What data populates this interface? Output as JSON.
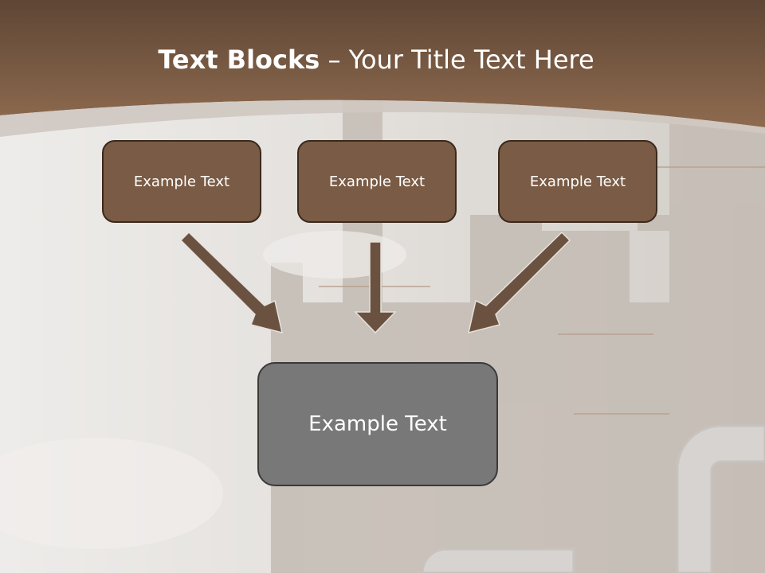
{
  "title": {
    "bold": "Text Blocks",
    "dash": " – ",
    "rest": "Your Title Text Here"
  },
  "blocks": [
    "Example Text",
    "Example Text",
    "Example Text"
  ],
  "center_block": "Example Text",
  "colors": {
    "header_brown": "#7a5b45",
    "box_brown": "#7a5b45",
    "center_gray": "#787878",
    "arrow": "#6b5240"
  }
}
